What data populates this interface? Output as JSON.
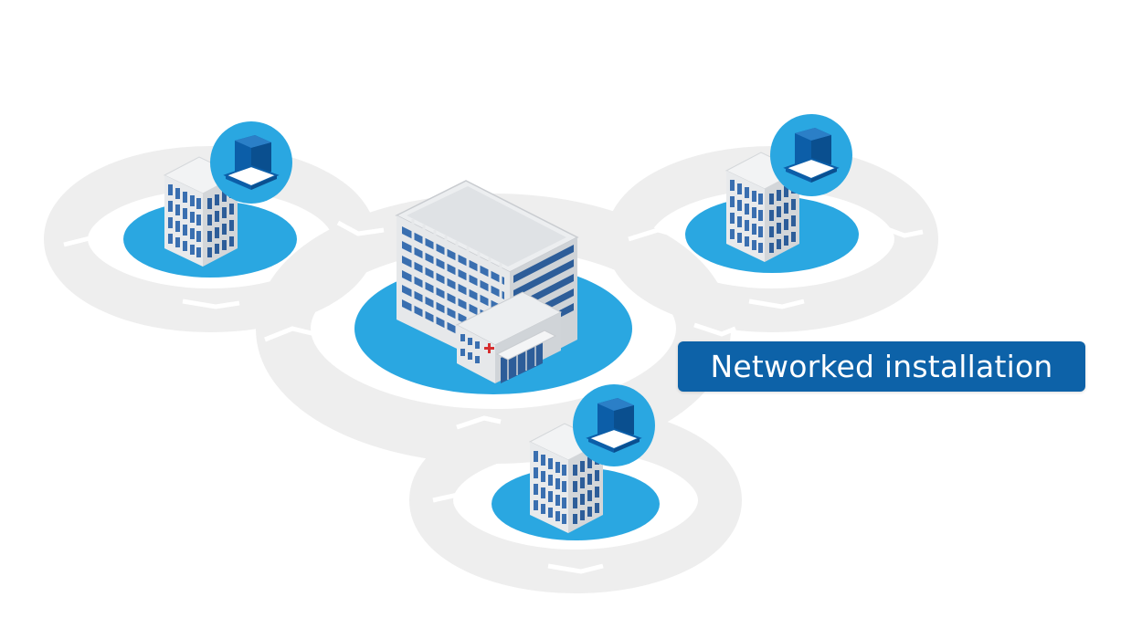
{
  "caption": {
    "text": "Networked installation"
  },
  "colors": {
    "accent_blue": "#2aa7e1",
    "label_blue": "#0d62a8",
    "device_blue": "#0c5ea8",
    "ring_gray": "#eeeeee",
    "building_gray": "#e4e6e8",
    "window_blue": "#3a6fb0",
    "red_cross": "#d62e2e"
  },
  "nodes": [
    {
      "role": "central",
      "icon": "hospital-icon"
    },
    {
      "role": "satellite",
      "icon": "building-icon",
      "device": "device-icon"
    },
    {
      "role": "satellite",
      "icon": "building-icon",
      "device": "device-icon"
    },
    {
      "role": "satellite",
      "icon": "building-icon",
      "device": "device-icon"
    }
  ]
}
